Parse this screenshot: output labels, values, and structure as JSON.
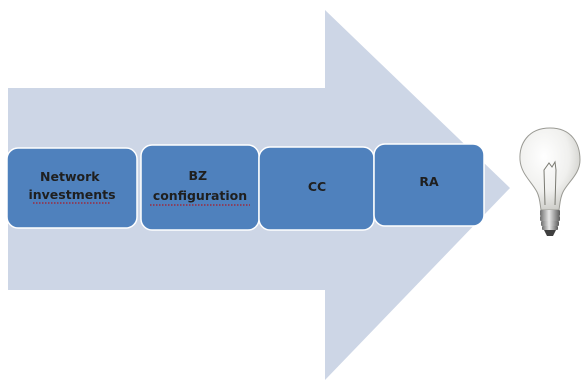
{
  "diagram": {
    "steps": [
      {
        "lines": [
          "Network",
          "investments"
        ]
      },
      {
        "lines": [
          "BZ",
          "configuration"
        ]
      },
      {
        "lines": [
          "CC"
        ]
      },
      {
        "lines": [
          "RA"
        ]
      }
    ],
    "end_icon": "light-bulb-icon",
    "colors": {
      "arrow": "#cdd6e6",
      "box_fill": "#4f81bd",
      "box_stroke": "#ffffff",
      "text": "#1f1f1f"
    }
  }
}
